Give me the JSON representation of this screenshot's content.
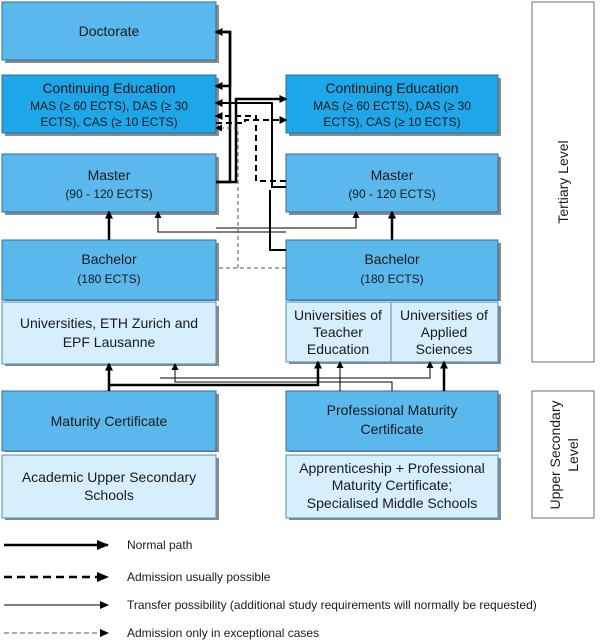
{
  "boxes": {
    "doctorate": {
      "title": "Doctorate"
    },
    "continuing_left": {
      "title": "Continuing Education",
      "line1": "MAS (≥ 60 ECTS), DAS (≥ 30",
      "line2": "ECTS), CAS (≥ 10 ECTS)"
    },
    "continuing_right": {
      "title": "Continuing Education",
      "line1": "MAS (≥ 60 ECTS), DAS (≥ 30",
      "line2": "ECTS), CAS (≥ 10 ECTS)"
    },
    "master_left": {
      "title": "Master",
      "sub": "(90 - 120 ECTS)"
    },
    "master_right": {
      "title": "Master",
      "sub": "(90 - 120 ECTS)"
    },
    "bachelor_left": {
      "title": "Bachelor",
      "sub": "(180 ECTS)"
    },
    "bachelor_right": {
      "title": "Bachelor",
      "sub": "(180 ECTS)"
    },
    "universities": {
      "line1": "Universities, ETH Zurich and",
      "line2": "EPF Lausanne"
    },
    "teacher_education": {
      "line1": "Universities of",
      "line2": "Teacher",
      "line3": "Education"
    },
    "applied_sciences": {
      "line1": "Universities of",
      "line2": "Applied",
      "line3": "Sciences"
    },
    "maturity": {
      "title": "Maturity Certificate"
    },
    "professional_maturity": {
      "line1": "Professional Maturity",
      "line2": "Certificate"
    },
    "academic_schools": {
      "line1": "Academic Upper Secondary",
      "line2": "Schools"
    },
    "apprenticeship": {
      "line1": "Apprenticeship + Professional",
      "line2": "Maturity Certificate;",
      "line3": "Specialised Middle Schools"
    }
  },
  "levels": {
    "tertiary": "Tertiary Level",
    "upper_secondary_line1": "Upper Secondary",
    "upper_secondary_line2": "Level"
  },
  "legend": [
    {
      "label": "Normal path",
      "style": "normal"
    },
    {
      "label": "Admission usually possible",
      "style": "usual"
    },
    {
      "label": "Transfer possibility (additional study requirements will normally be requested)",
      "style": "transfer"
    },
    {
      "label": "Admission only in exceptional cases",
      "style": "exceptional"
    }
  ],
  "colors": {
    "box_main": "#5ab8ec",
    "box_highlight": "#1ea6e8",
    "box_light": "#d7eefc",
    "arrow": "#000000"
  }
}
